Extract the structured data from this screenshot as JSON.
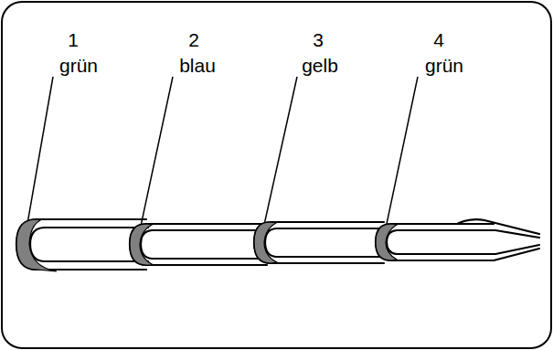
{
  "diagram": {
    "labels": [
      "1",
      "grün",
      "2",
      "blau",
      "3",
      "gelb",
      "4",
      "grün"
    ]
  }
}
